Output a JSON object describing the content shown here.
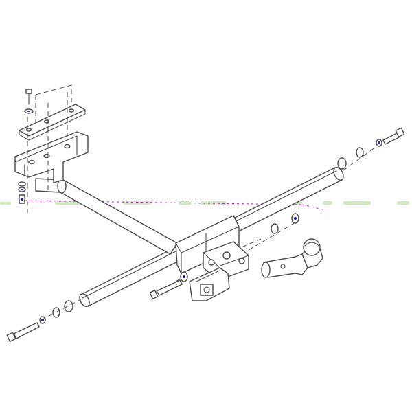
{
  "diagram": {
    "colors": {
      "line": "#4a4a4a",
      "fill": "#ffffff",
      "accent_blue": "#1a1aa6",
      "guide_magenta": "#d400d4",
      "watermark_green": "#b6e6a0"
    },
    "watermark_text": "",
    "parts": [
      "crossbar-tube",
      "left-mounting-bracket",
      "left-top-plate",
      "left-top-bolt",
      "center-mounting-plate",
      "tow-ball-holder",
      "tow-ball-neck",
      "tow-ball",
      "left-end-bolt",
      "right-end-bolt",
      "center-bolt"
    ]
  }
}
